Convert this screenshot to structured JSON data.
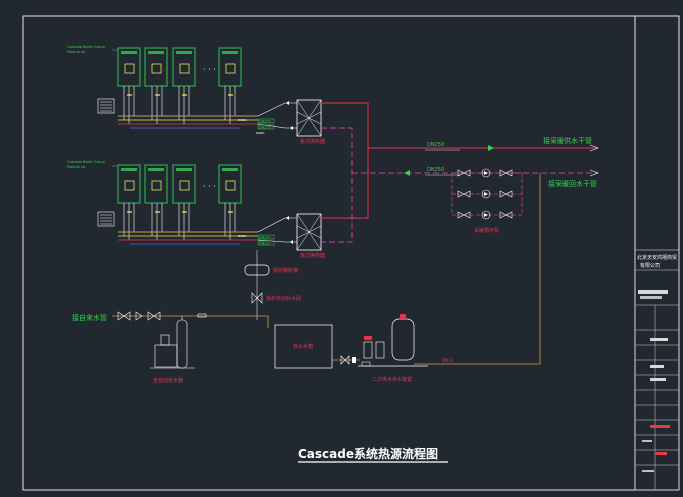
{
  "title": "Cascade系统热源流程图",
  "labels": {
    "hx_top": "板式换热器",
    "hx_bottom": "板式换热器",
    "dn_top_1": "DN250",
    "dn_top_2": "DN250",
    "dn_bot_1": "DN250",
    "dn_bot_2": "DN250",
    "supply_pipe": "DN250",
    "return_pipe": "DN250",
    "to_supply": "接采暖供水干管",
    "from_return": "接采暖回水干管",
    "circ_pump": "采暖循环泵",
    "exp_tank": "锅炉膨胀罐",
    "makeup_valve": "锅炉自动补水阀",
    "city_water": "接自来水管",
    "softener": "全自动软水器",
    "water_tank": "软水水箱",
    "pressure_unit": "二次供水补水装置",
    "makeup_pipe": "DN32"
  },
  "title_block": {
    "company_1": "北京天安鸿禧商贸",
    "company_2": "有限公司"
  },
  "colors": {
    "background": "#212830",
    "frame": "#ffffff",
    "supply": "#e8334a",
    "return": "#d0389a",
    "green_text": "#39d353",
    "water": "#d49a3c",
    "boiler": "#2fa84f"
  }
}
